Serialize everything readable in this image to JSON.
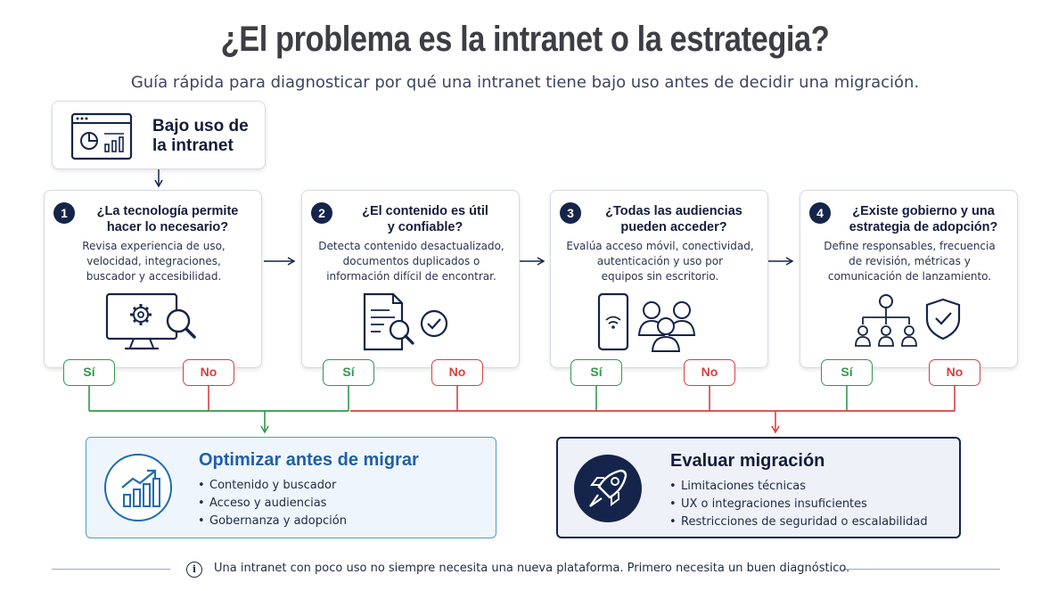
{
  "header": {
    "title": "¿El problema es la intranet o la estrategia?",
    "subtitle": "Guía rápida para diagnosticar por qué una intranet tiene bajo uso antes de decidir una migración."
  },
  "start": {
    "label_line1": "Bajo uso de",
    "label_line2": "la intranet",
    "icon": "dashboard-window-icon"
  },
  "steps": [
    {
      "number": "1",
      "question_line1": "¿La tecnología permite",
      "question_line2": "hacer lo necesario?",
      "desc_line1": "Revisa experiencia de uso,",
      "desc_line2": "velocidad, integraciones,",
      "desc_line3": "buscador y accesibilidad.",
      "icon": "monitor-gear-search-icon",
      "yes": "Sí",
      "no": "No"
    },
    {
      "number": "2",
      "question_line1": "¿El contenido es útil",
      "question_line2": "y confiable?",
      "desc_line1": "Detecta contenido desactualizado,",
      "desc_line2": "documentos duplicados o",
      "desc_line3": "información difícil de encontrar.",
      "icon": "document-check-icon",
      "yes": "Sí",
      "no": "No"
    },
    {
      "number": "3",
      "question_line1": "¿Todas las audiencias",
      "question_line2": "pueden acceder?",
      "desc_line1": "Evalúa acceso móvil, conectividad,",
      "desc_line2": "autenticación y uso por",
      "desc_line3": "equipos sin escritorio.",
      "icon": "phone-people-icon",
      "yes": "Sí",
      "no": "No"
    },
    {
      "number": "4",
      "question_line1": "¿Existe gobierno y una",
      "question_line2": "estrategia de adopción?",
      "desc_line1": "Define responsables, frecuencia",
      "desc_line2": "de revisión, métricas y",
      "desc_line3": "comunicación de lanzamiento.",
      "icon": "org-chart-shield-icon",
      "yes": "Sí",
      "no": "No"
    }
  ],
  "outcomes": {
    "optimize": {
      "title": "Optimizar antes de migrar",
      "icon": "growth-chart-icon",
      "items": [
        "Contenido y buscador",
        "Acceso y audiencias",
        "Gobernanza y adopción"
      ]
    },
    "migrate": {
      "title": "Evaluar migración",
      "icon": "rocket-icon",
      "items": [
        "Limitaciones técnicas",
        "UX o integraciones insuficientes",
        "Restricciones de seguridad o escalabilidad"
      ]
    }
  },
  "footer": {
    "text": "Una intranet con poco uso no siempre necesita una nueva plataforma. Primero necesita un buen diagnóstico.",
    "icon": "info-icon"
  },
  "colors": {
    "navy": "#15244a",
    "yes": "#2e9a4a",
    "no": "#d94040",
    "optimize_accent": "#1f5fa8"
  }
}
